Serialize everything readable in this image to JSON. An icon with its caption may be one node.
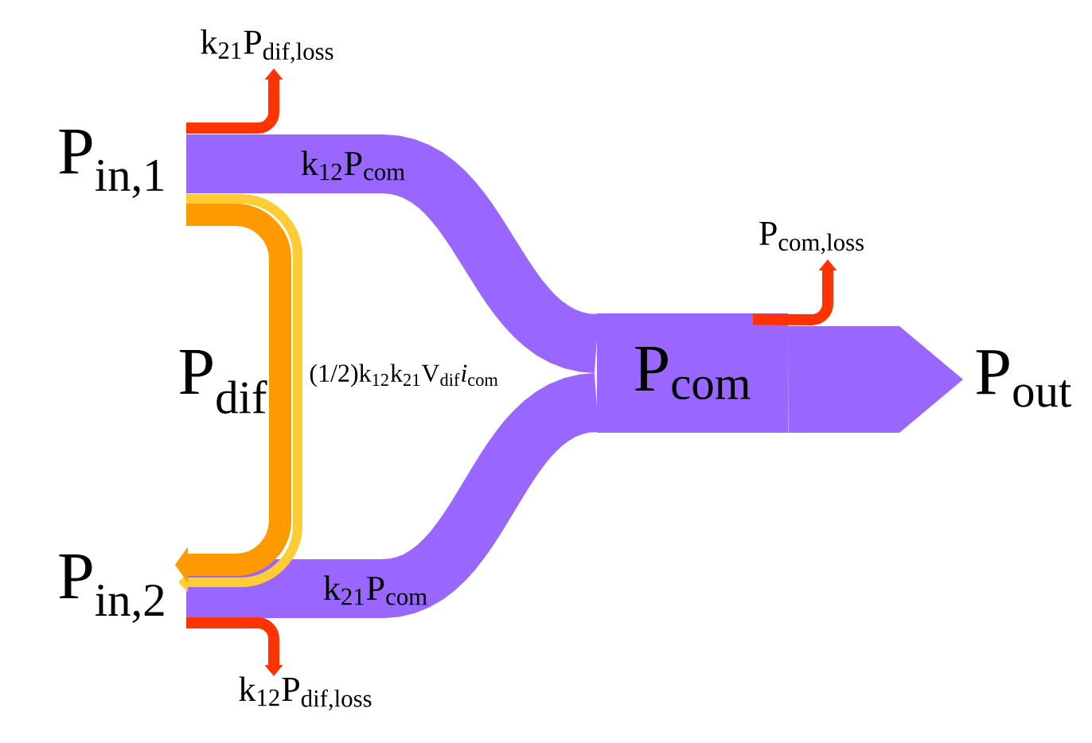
{
  "diagram": {
    "nodes": [
      {
        "text": [
          "P$_{in,1}$"
        ]
      },
      {
        "text": [
          "P$_{in,2}$"
        ]
      },
      {
        "text": [
          "P$_{com}$"
        ]
      },
      {
        "text": [
          "P$_{out}$"
        ]
      },
      {
        "text": [
          "k$_{21}$P$_{dif,loss}$"
        ]
      },
      {
        "text": [
          "k$_{12}$P$_{dif,loss}$"
        ]
      },
      {
        "text": [
          "P$_{com,loss}$"
        ]
      }
    ],
    "edges": [
      {
        "from": 0,
        "to": 2,
        "arrow": "none",
        "label": "k$_{12}$P$_{com}$",
        "style": "thick",
        "color": "#9966ff"
      },
      {
        "from": 1,
        "to": 2,
        "arrow": "none",
        "label": "k$_{21}$P$_{com}$",
        "style": "thick",
        "color": "#9966ff"
      },
      {
        "from": 2,
        "to": 3,
        "arrow": "to",
        "style": "thick",
        "color": "#9966ff"
      },
      {
        "from": 0,
        "to": 1,
        "arrow": "to",
        "label": "(1/2)k$_{12}$k$_{21}$V$_{dif}$*i*$_{com}$",
        "color": "#ffcc33"
      },
      {
        "from": 0,
        "to": 1,
        "arrow": "to",
        "label": "P$_{dif}$",
        "style": "thick",
        "color": "#ff9900"
      },
      {
        "from": 0,
        "to": 4,
        "arrow": "to",
        "color": "#ff3300"
      },
      {
        "from": 1,
        "to": 5,
        "arrow": "to",
        "color": "#ff3300"
      },
      {
        "from": 2,
        "to": 6,
        "arrow": "to",
        "color": "#ff3300"
      }
    ]
  }
}
